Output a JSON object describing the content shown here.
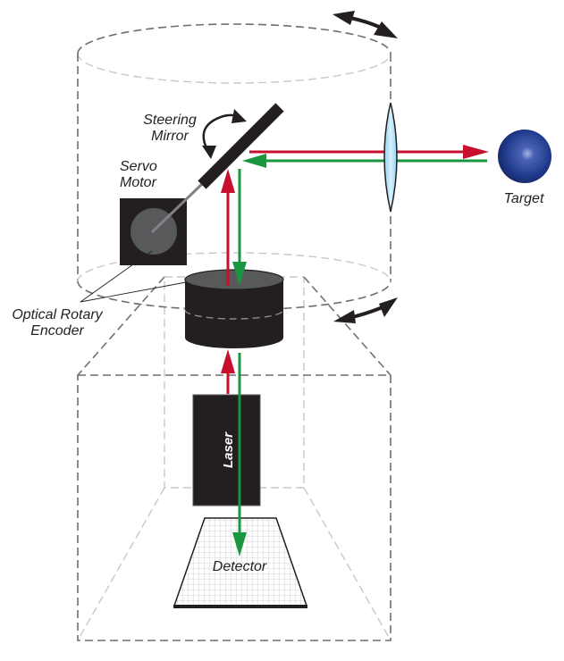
{
  "diagram": {
    "title": "Laser steering system schematic",
    "labels": {
      "steering_mirror": [
        "Steering",
        "Mirror"
      ],
      "servo_motor": [
        "Servo",
        "Motor"
      ],
      "target": "Target",
      "encoder": [
        "Optical Rotary",
        "Encoder"
      ],
      "laser": "Laser",
      "detector": "Detector"
    },
    "colors": {
      "outgoing_beam": "#c8102e",
      "return_beam": "#1a9641",
      "component_dark": "#231f20",
      "lens_fill": "#9fdcf5",
      "target_sphere": "#1f3a8a",
      "guide_dark": "#6d6e71",
      "guide_light": "#c8c8c8"
    },
    "beams": [
      {
        "name": "outgoing",
        "path": [
          "Laser",
          "Optical Rotary Encoder",
          "Steering Mirror",
          "Lens",
          "Target"
        ]
      },
      {
        "name": "return",
        "path": [
          "Target",
          "Lens",
          "Steering Mirror",
          "Optical Rotary Encoder",
          "Detector"
        ]
      }
    ]
  }
}
